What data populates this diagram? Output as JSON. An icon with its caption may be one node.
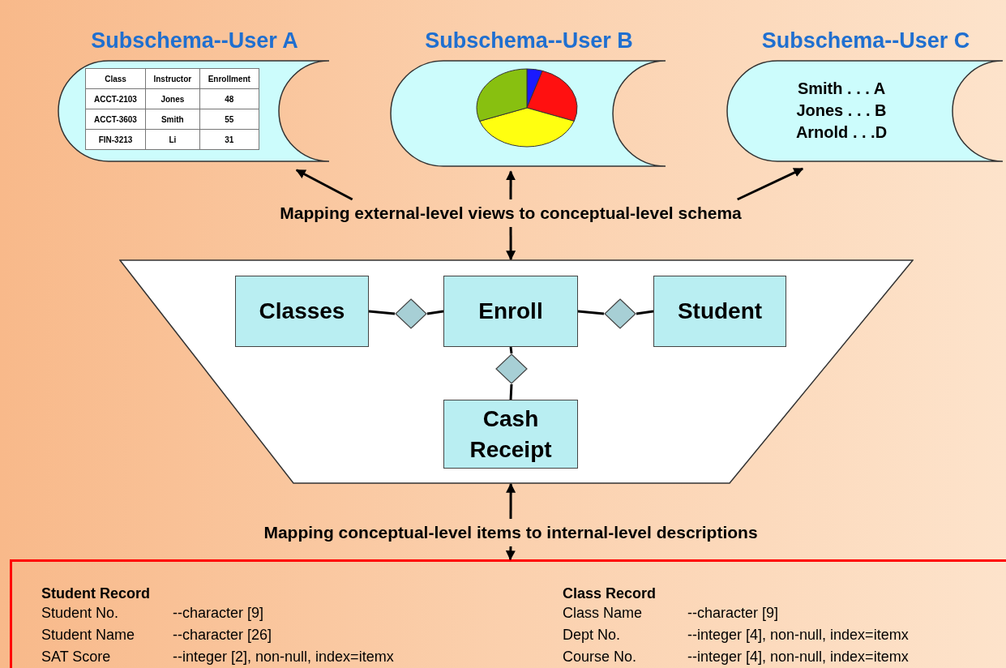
{
  "diagram": {
    "nodes": [
      {
        "text": [
          "Subschema--User A"
        ]
      },
      {
        "text": [
          "Subschema--User B"
        ]
      },
      {
        "text": [
          "Subschema--User C",
          "Smith . . . A",
          "Jones . . . B",
          "Arnold . . .D"
        ]
      },
      {
        "text": [
          "Mapping external-level views to conceptual-level schema"
        ]
      },
      {
        "text": [],
        "shape": "trapezoid"
      },
      {
        "text": [
          "Classes"
        ],
        "in": 4
      },
      {
        "text": [],
        "shape": "diamond",
        "in": 4
      },
      {
        "text": [
          "Enroll"
        ],
        "in": 4
      },
      {
        "text": [],
        "shape": "diamond",
        "in": 4
      },
      {
        "text": [
          "Student"
        ],
        "in": 4
      },
      {
        "text": [],
        "shape": "diamond",
        "in": 4
      },
      {
        "text": [
          "Cash Receipt"
        ],
        "in": 4
      },
      {
        "text": [
          "Mapping conceptual-level items to internal-level descriptions"
        ]
      },
      {
        "text": [],
        "shape": "box"
      }
    ],
    "edges": [
      {
        "from": 3,
        "to": 0,
        "arrow": "to"
      },
      {
        "from": 3,
        "to": 1,
        "arrow": "to"
      },
      {
        "from": 3,
        "to": 2,
        "arrow": "to"
      },
      {
        "from": 3,
        "to": 4,
        "arrow": "to"
      },
      {
        "from": 5,
        "to": 6,
        "arrow": "none"
      },
      {
        "from": 6,
        "to": 7,
        "arrow": "none"
      },
      {
        "from": 7,
        "to": 8,
        "arrow": "none"
      },
      {
        "from": 8,
        "to": 9,
        "arrow": "none"
      },
      {
        "from": 7,
        "to": 10,
        "arrow": "none"
      },
      {
        "from": 10,
        "to": 11,
        "arrow": "none"
      },
      {
        "from": 12,
        "to": 4,
        "arrow": "to"
      },
      {
        "from": 12,
        "to": 13,
        "arrow": "to"
      }
    ],
    "labels": [
      "Class",
      "Instructor",
      "Enrollment",
      "ACCT-2103",
      "Jones",
      "48",
      "ACCT-3603",
      "Smith",
      "55",
      "FIN-3213",
      "Li",
      "31",
      "Student Record",
      "Class Record",
      "Student No.",
      "--character [9]",
      "Class Name",
      "--character [9]",
      "Student Name",
      "--character [26]",
      "Dept No.",
      "--integer [4], non-null, index=itemx",
      "SAT Score",
      "--integer [2], non-null, index=itemx",
      "Course No.",
      "--integer [4], non-null, index=itemx"
    ]
  }
}
